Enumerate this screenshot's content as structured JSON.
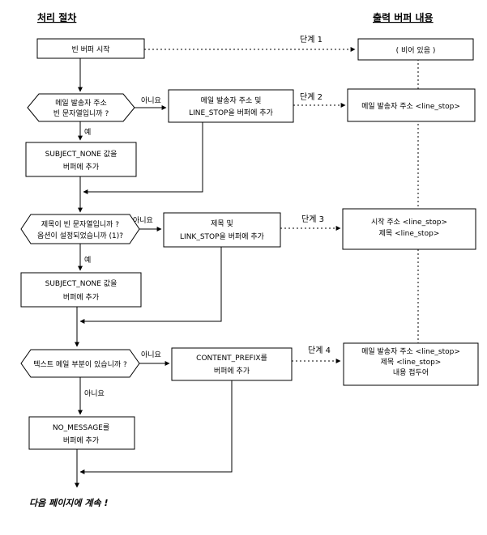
{
  "headers": {
    "left": "처리 절차",
    "right": "출력 버퍼 내용"
  },
  "flow": {
    "start": "빈 버퍼 시작",
    "decision1": [
      "메일 발송자 주소",
      "빈 문자열입니까 ?"
    ],
    "decision1_no": "아니요",
    "decision1_yes": "예",
    "action1_no": [
      "메일 발송자 주소 및",
      "LINE_STOP을 버퍼에 추가"
    ],
    "action1_yes": [
      "SUBJECT_NONE 값을",
      "버퍼에 추가"
    ],
    "decision2": [
      "제목이 빈 문자열입니까 ?",
      "옵션이 설정되었습니까 (1)?"
    ],
    "decision2_no": "아니요",
    "decision2_yes": "예",
    "action2_no": [
      "제목 및",
      "LINK_STOP을 버퍼에 추가"
    ],
    "action2_yes": [
      "SUBJECT_NONE 값을",
      "버퍼에 추가"
    ],
    "decision3": "텍스트 메일 부분이 있습니까 ?",
    "decision3_no": "아니요",
    "decision3_yes": "아니요",
    "action3_no": [
      "CONTENT_PREFIX를",
      "버퍼에 추가"
    ],
    "action3_yes": [
      "NO_MESSAGE를",
      "버퍼에 추가"
    ]
  },
  "steps": [
    "단계 1",
    "단계 2",
    "단계 3",
    "단계 4"
  ],
  "buffer": {
    "b1": [
      "( 비어 있음 )"
    ],
    "b2": [
      "메일 발송자 주소 <line_stop>"
    ],
    "b3": [
      "시작 주소 <line_stop>",
      "제목 <line_stop>"
    ],
    "b4": [
      "메일 발송자 주소 <line_stop>",
      "제목 <line_stop>",
      "내용 접두어"
    ]
  },
  "footer": "다음 페이지에 계속 !"
}
